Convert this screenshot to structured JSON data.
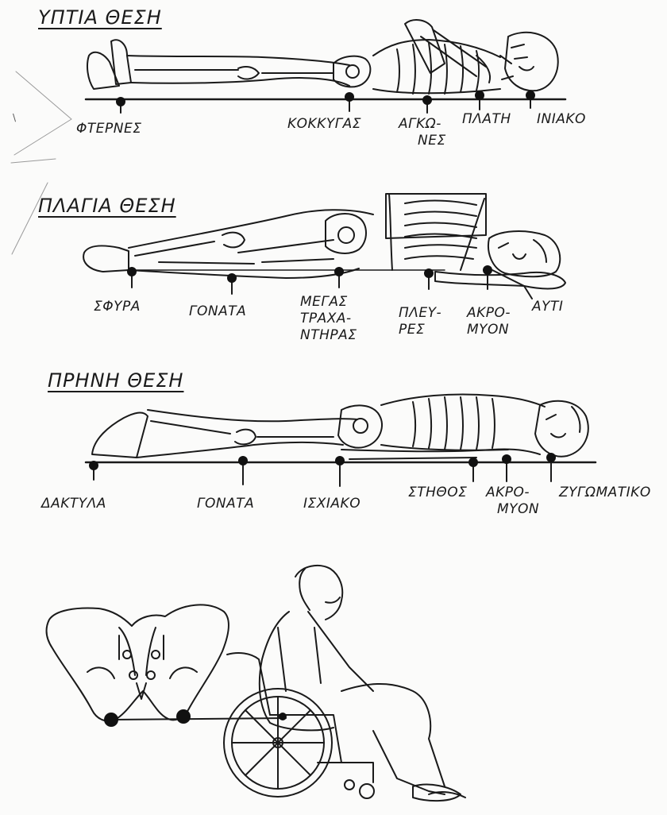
{
  "sections": [
    {
      "title": "ΥΠΤΙΑ ΘΕΣΗ",
      "labels": [
        {
          "lines": [
            "ΦΤΕΡΝΕΣ"
          ]
        },
        {
          "lines": [
            "ΚΟΚΚΥΓΑΣ"
          ]
        },
        {
          "lines": [
            "ΑΓΚΩ-",
            "ΝΕΣ"
          ]
        },
        {
          "lines": [
            "ΠΛΑΤΗ"
          ]
        },
        {
          "lines": [
            "ΙΝΙΑΚΟ"
          ]
        }
      ]
    },
    {
      "title": "ΠΛΑΓΙΑ ΘΕΣΗ",
      "labels": [
        {
          "lines": [
            "ΣΦΥΡΑ"
          ]
        },
        {
          "lines": [
            "ΓΟΝΑΤΑ"
          ]
        },
        {
          "lines": [
            "ΜΕΓΑΣ",
            "ΤΡΑΧΑ-",
            "ΝΤΗΡΑΣ"
          ]
        },
        {
          "lines": [
            "ΠΛΕΥ-",
            "ΡΕΣ"
          ]
        },
        {
          "lines": [
            "ΑΚΡΟ-",
            "ΜΥΟΝ"
          ]
        },
        {
          "lines": [
            "ΑΥΤΙ"
          ]
        }
      ]
    },
    {
      "title": "ΠΡΗΝΗ ΘΕΣΗ",
      "labels": [
        {
          "lines": [
            "ΔΑΚΤΥΛΑ"
          ]
        },
        {
          "lines": [
            "ΓΟΝΑΤΑ"
          ]
        },
        {
          "lines": [
            "ΙΣΧΙΑΚΟ"
          ]
        },
        {
          "lines": [
            "ΣΤΗΘΟΣ"
          ]
        },
        {
          "lines": [
            "ΑΚΡΟ-",
            "ΜΥΟΝ"
          ]
        },
        {
          "lines": [
            "ΖΥΓΩΜΑΤΙΚΟ"
          ]
        }
      ]
    }
  ],
  "colors": {
    "ink": "#1a1a1a",
    "paper": "#fbfbfa",
    "marker": "#111111"
  }
}
